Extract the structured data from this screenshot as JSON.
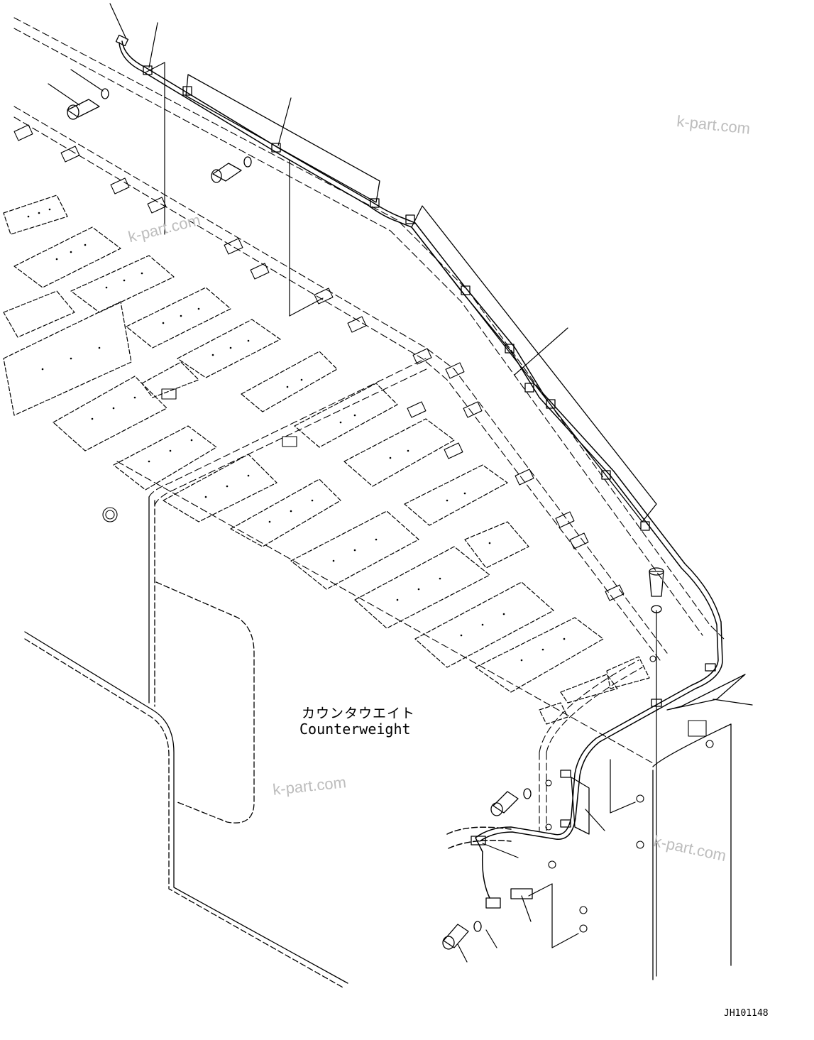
{
  "labels": {
    "part_jp": "カウンタウエイト",
    "part_en": "Counterweight"
  },
  "drawing_code": "JH101148",
  "watermarks": [
    "k-part.com",
    "k-part.com",
    "k-part.com",
    "k-part.com"
  ]
}
